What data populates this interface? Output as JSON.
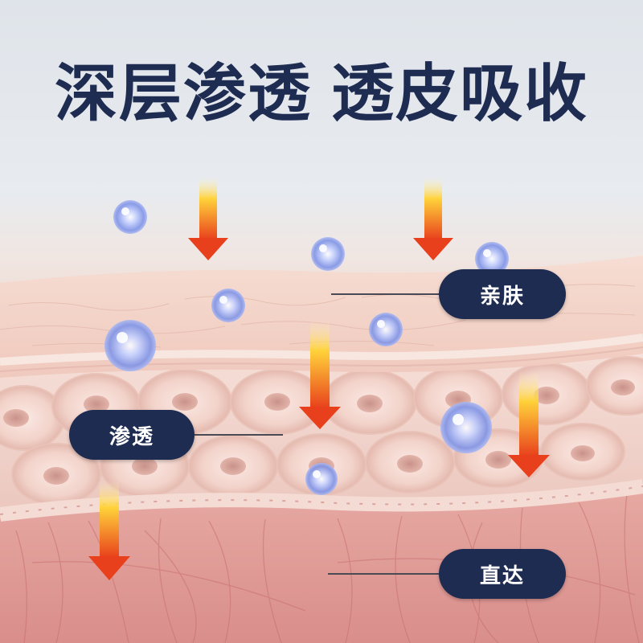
{
  "title": {
    "part1": "深层渗透",
    "part2": "透皮吸收"
  },
  "labels": {
    "qinfu": "亲肤",
    "shentou": "渗透",
    "zhida": "直达"
  },
  "colors": {
    "title": "#1e2c52",
    "label_bg": "#1e2c52",
    "label_text": "#ffffff",
    "arrow_top": "#ffd23a",
    "arrow_bottom": "#e8401c"
  }
}
